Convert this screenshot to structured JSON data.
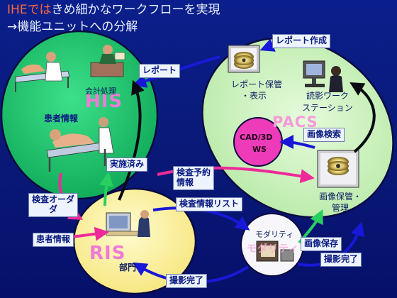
{
  "title": {
    "line1_prefix": "IHEでは",
    "line1_rest": "きめ細かなワークフローを実現",
    "line2": "→機能ユニットへの分解"
  },
  "domains": {
    "his": "HIS",
    "ris": "RIS",
    "ris_sub": "部門",
    "pacs": "PACS",
    "modality": "モダリティ"
  },
  "nodes": {
    "accounting": "会計処理",
    "patient_info_his": "患者情報",
    "completed": "実施済み",
    "report_storage_line1": "レポート保管",
    "report_storage_line2": "・表示",
    "reading_ws_line1": "読影ワーク",
    "reading_ws_line2": "ステーション",
    "cad": "CAD/3D",
    "cad_ws": "WS",
    "image_archive_line1": "画像保管・",
    "image_archive_line2": "管理",
    "modality_label": "モダリティ"
  },
  "flows": {
    "report": "レポート",
    "report_create": "レポート作成",
    "image_search": "画像検索",
    "exam_reservation_line1": "検査予約",
    "exam_reservation_line2": "情報",
    "worklist": "検査情報リスト",
    "order_line1": "検査オーダ",
    "order_line2": "ダ",
    "patient_info_ris": "患者情報",
    "image_store": "画像保存",
    "capture_done_modality": "撮影完了",
    "capture_done_ris": "撮影完了"
  },
  "colors": {
    "background": "#0b1f8c",
    "his_fill": "#16c26a",
    "pacs_fill": "#ccf2c0",
    "ris_fill": "#fff3a6",
    "modality_fill": "#ffffff",
    "cad_fill": "#ee3bb9",
    "arrow_blue": "#1818d8",
    "arrow_black": "#0a0a14",
    "arrow_magenta": "#ee2a9a",
    "arrow_green": "#28d060"
  }
}
